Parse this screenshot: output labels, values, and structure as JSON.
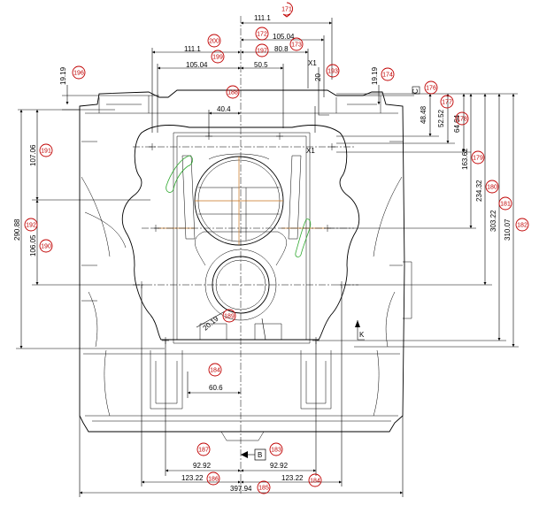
{
  "dimensions": {
    "top_width": "111.1",
    "top_105": "105.04",
    "top_80": "80.8",
    "left_111": "111.1",
    "left_105": "105.04",
    "center_50": "50.5",
    "depth_20": "20",
    "left_19": "19.19",
    "right_19": "19.19",
    "inner_40": "40.4",
    "v_48": "48.48",
    "v_52": "52.52",
    "v_64": "64.64",
    "v_163": "163.62",
    "v_234": "234.32",
    "v_303": "303.22",
    "v_310": "310.07",
    "left_107": "107.06",
    "left_290": "290.88",
    "left_106": "106.05",
    "slot_60": "60.6",
    "bottom_92_left": "92.92",
    "bottom_92_right": "92.92",
    "bottom_123_left": "123.22",
    "bottom_123_right": "123.22",
    "overall_397": "397.94",
    "small_dim": "20.19"
  },
  "labels": {
    "x1_top": "X1",
    "x1_mid": "X1",
    "k": "K",
    "datum_b": "B",
    "datum_c": "C"
  },
  "balloons": {
    "b171": "171",
    "b172": "172",
    "b173": "173",
    "b174": "174",
    "b176": "176",
    "b177": "177",
    "b178": "178",
    "b179": "179",
    "b180": "180",
    "b181": "181",
    "b182": "182",
    "b183": "183",
    "b184": "184",
    "b185": "185",
    "b186": "186",
    "b187": "187",
    "b188": "188",
    "b189": "189",
    "b190": "190",
    "b191": "191",
    "b192": "192",
    "b193": "193",
    "b196": "196",
    "b197": "197",
    "b199": "199",
    "b200": "200"
  },
  "colors": {
    "line": "#000000",
    "balloon": "#c00000",
    "highlight_green": "#2fa82f",
    "centerline_orange": "#c8741e"
  }
}
